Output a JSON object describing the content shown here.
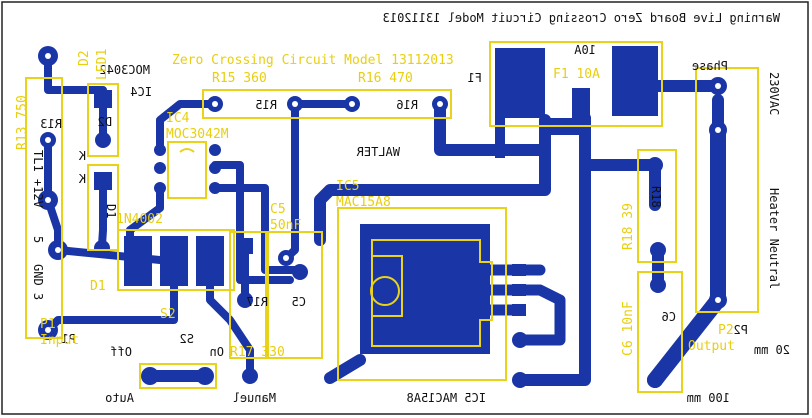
{
  "colors": {
    "board": "#ffffff",
    "copper": "#1a36a6",
    "silk": "#e8d21a",
    "text": "#111111"
  },
  "black_text": {
    "title": "Warning Live Board  Zero Crossing Circuit Model 13112013",
    "ic4_model": "MOC3042",
    "ic4_ref": "IC4",
    "d2": "D2",
    "r13": "R13",
    "k1": "K",
    "k2": "K",
    "tl1": "TL1 +12V",
    "r15": "R15",
    "r16": "R16",
    "walter": "WALTER",
    "f1": "F1",
    "i0a": "10A",
    "phase": "Phase",
    "v230": "230VAC",
    "heater_neutral": "Heater Neutral",
    "r18": "R18",
    "c6": "C6",
    "p2": "P2",
    "output": "Output",
    "mm20": "20 mm",
    "mm100": "100 mm",
    "ic5_bottom": "IC5 MAC15A8",
    "r17": "R17",
    "c5": "C5",
    "on": "On",
    "manuel": "Manuel",
    "auto": "Auto",
    "off": "Off",
    "s2": "S2",
    "p1": "P1",
    "input": "Input",
    "gnd": "GND 3",
    "pin5": "5",
    "d1": "D1"
  },
  "yellow_text": {
    "d2": "D2",
    "led1": "LED1",
    "r13_750": "R13 750",
    "subtitle": "Zero Crossing Circuit Model 13112013",
    "r15_360": "R15  360",
    "r16_470": "R16  470",
    "f1_10a": "F1 10A",
    "ic4": "IC4",
    "moc3042m": "MOC3042M",
    "d1_4002": "1N4002",
    "d1": "D1",
    "c5": "C5",
    "c5_val": "50nF",
    "ic5": "IC5",
    "mac15a8": "MAC15A8",
    "r18_39": "R18 39",
    "c6_10nf": "C6 10nF",
    "p2": "P2",
    "output": "Output",
    "r17_330": "R17 330",
    "s2": "S2",
    "p1": "P1",
    "input": "Input"
  }
}
